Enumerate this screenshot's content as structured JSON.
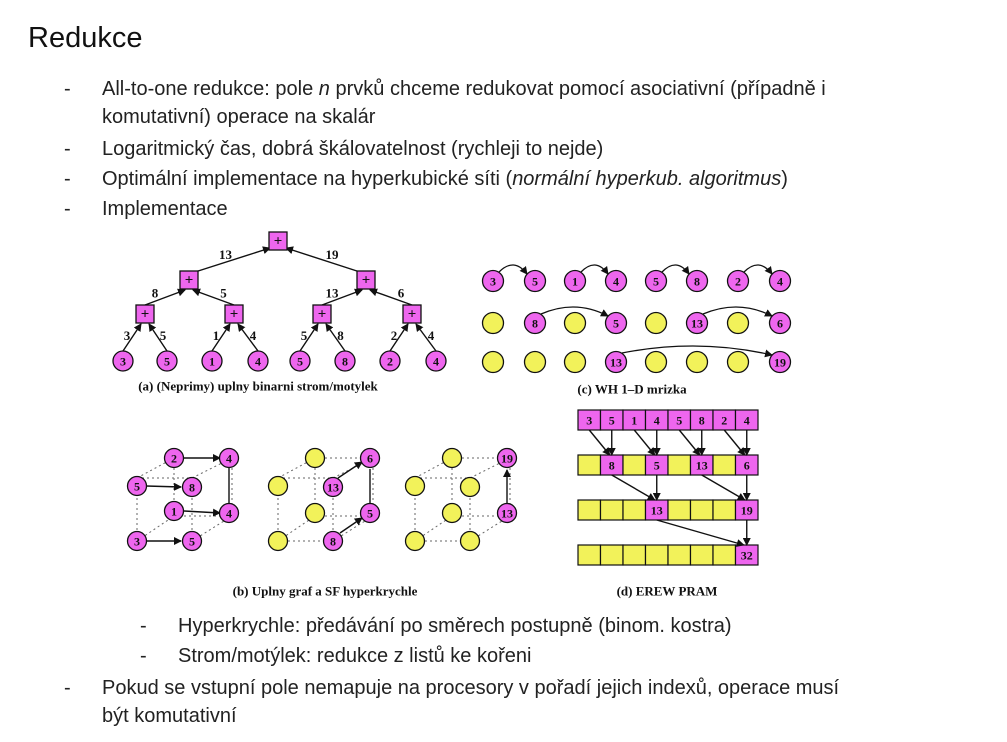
{
  "title": "Redukce",
  "bullets": [
    {
      "pre": "All-to-one redukce: pole ",
      "em": "n",
      "post": " prvků chceme redukovat pomocí asociativní (případně i"
    },
    {
      "text": "komutativní) operace na skalár"
    },
    {
      "text": "Logaritmický čas, dobrá škálovatelnost (rychleji to nejde)"
    },
    {
      "pre": "Optimální implementace na hyperkubické síti (",
      "em": "normální hyperkub. algoritmus",
      "post": ")"
    },
    {
      "text": "Implementace"
    }
  ],
  "sub_bullets": [
    "Hyperkrychle: předávání po směrech postupně (binom. kostra)",
    "Strom/motýlek: redukce z listů ke kořeni"
  ],
  "last_bullet": [
    "Pokud se vstupní pole nemapuje na procesory v pořadí jejich indexů, operace musí",
    "být komutativní"
  ],
  "dash": "-",
  "captions": {
    "a": "(a) (Neprimy) uplny binarni strom/motylek",
    "b": "(b) Uplny graf a SF hyperkrychle",
    "c": "(c) WH 1–D mrizka",
    "d": "(d) EREW PRAM"
  },
  "tree": {
    "leaves": [
      "3",
      "5",
      "1",
      "4",
      "5",
      "8",
      "2",
      "4"
    ],
    "leaf_edge_labels": [
      "3",
      "5",
      "1",
      "4",
      "5",
      "8",
      "2",
      "4"
    ],
    "level1_labels": [
      "8",
      "5",
      "13",
      "6"
    ],
    "level2_labels": [
      "13",
      "19"
    ],
    "plus": "+"
  },
  "mesh": {
    "row1": [
      "3",
      "5",
      "1",
      "4",
      "5",
      "8",
      "2",
      "4"
    ],
    "row2": [
      "",
      "8",
      "",
      "5",
      "",
      "13",
      "",
      "6"
    ],
    "row3": [
      "",
      "",
      "",
      "13",
      "",
      "",
      "",
      "19"
    ]
  },
  "cubes": {
    "cube1": [
      "5",
      "8",
      "2",
      "4",
      "1",
      "4",
      "3",
      "5"
    ],
    "cube2": [
      "13",
      "6",
      "5",
      "8"
    ],
    "cube3": [
      "19",
      "13"
    ]
  },
  "pram": {
    "row1": [
      "3",
      "5",
      "1",
      "4",
      "5",
      "8",
      "2",
      "4"
    ],
    "row2": [
      "",
      "8",
      "",
      "5",
      "",
      "13",
      "",
      "6"
    ],
    "row3": [
      "",
      "",
      "",
      "13",
      "",
      "",
      "",
      "19"
    ],
    "row4": [
      "",
      "",
      "",
      "",
      "",
      "",
      "",
      "32"
    ]
  },
  "colors": {
    "magenta": "#ee66ee",
    "yellow": "#f2f25a",
    "stroke": "#111111"
  }
}
